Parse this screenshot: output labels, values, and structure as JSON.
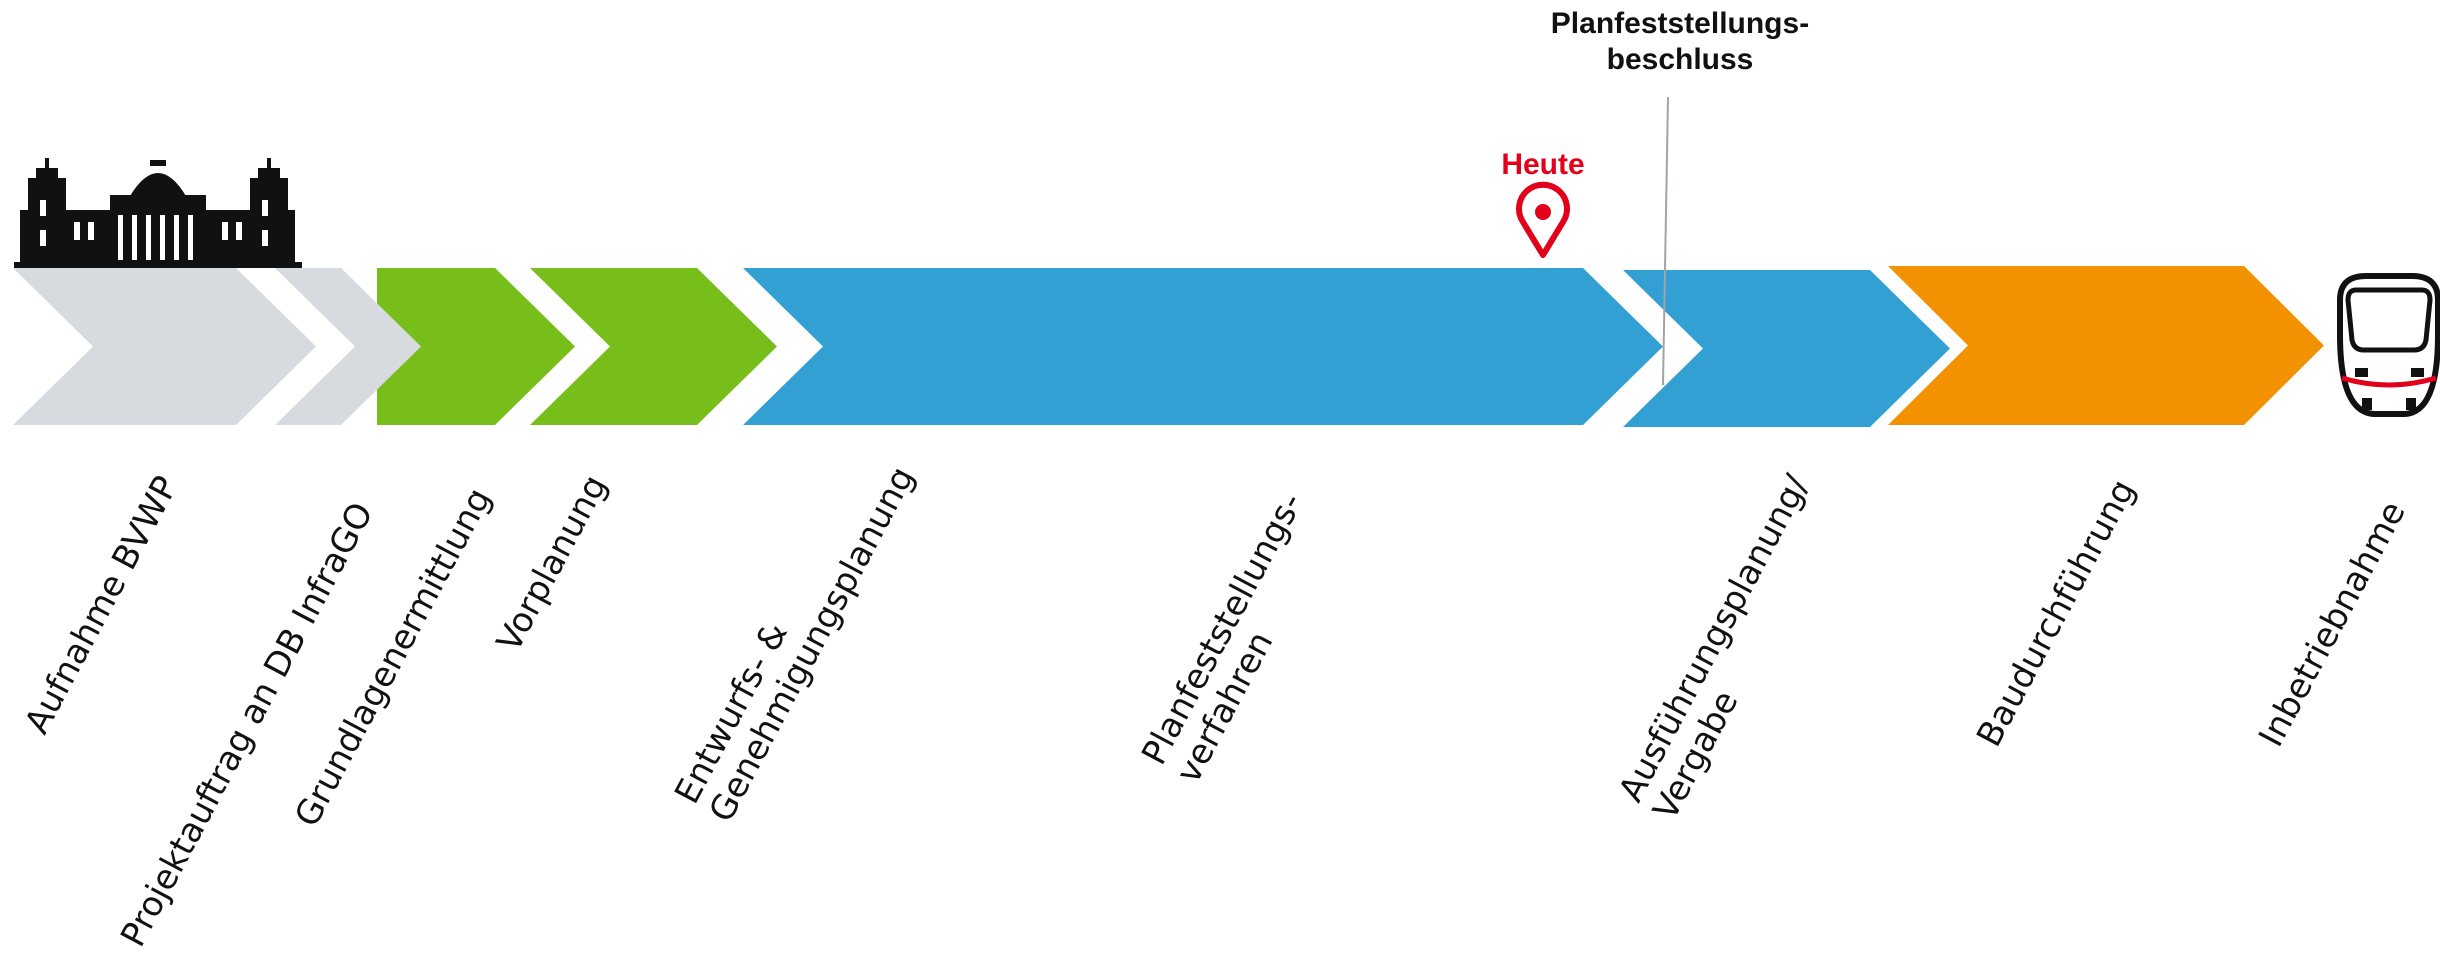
{
  "colors": {
    "grey": "#d7dbdf",
    "green": "#78be1a",
    "blue": "#32a0d2",
    "orange": "#f39200",
    "red": "#e2001a",
    "text": "#111111",
    "connector": "#a0a4a8"
  },
  "milestones": {
    "plan_approval": {
      "line1": "Planfeststellungs-",
      "line2": "beschluss"
    },
    "today": {
      "label": "Heute",
      "icon": "location-pin-icon"
    }
  },
  "start_icon": "reichstag-icon",
  "end_icon": "train-front-icon",
  "phases": [
    {
      "id": "aufnahme-bvwp",
      "color": "grey",
      "lines": [
        "Aufnahme BVWP"
      ]
    },
    {
      "id": "projektauftrag",
      "color": "grey",
      "lines": [
        "Projektauftrag an DB InfraGO"
      ]
    },
    {
      "id": "grundlagenermittlung",
      "color": "green",
      "lines": [
        "Grundlagenermittlung"
      ]
    },
    {
      "id": "vorplanung",
      "color": "green",
      "lines": [
        "Vorplanung"
      ]
    },
    {
      "id": "entwurfsplanung",
      "color": "blue",
      "lines": [
        "Entwurfs- &",
        "Genehmigungsplanung"
      ]
    },
    {
      "id": "planfeststellungsverfahren",
      "color": "blue",
      "lines": [
        "Planfeststellungs-",
        "verfahren"
      ]
    },
    {
      "id": "ausfuehrungsplanung",
      "color": "blue",
      "lines": [
        "Ausführungsplanung/",
        "Vergabe"
      ]
    },
    {
      "id": "baudurchfuehrung",
      "color": "orange",
      "lines": [
        "Baudurchführung"
      ]
    },
    {
      "id": "inbetriebnahme",
      "color": "none",
      "lines": [
        "Inbetriebnahme"
      ]
    }
  ]
}
